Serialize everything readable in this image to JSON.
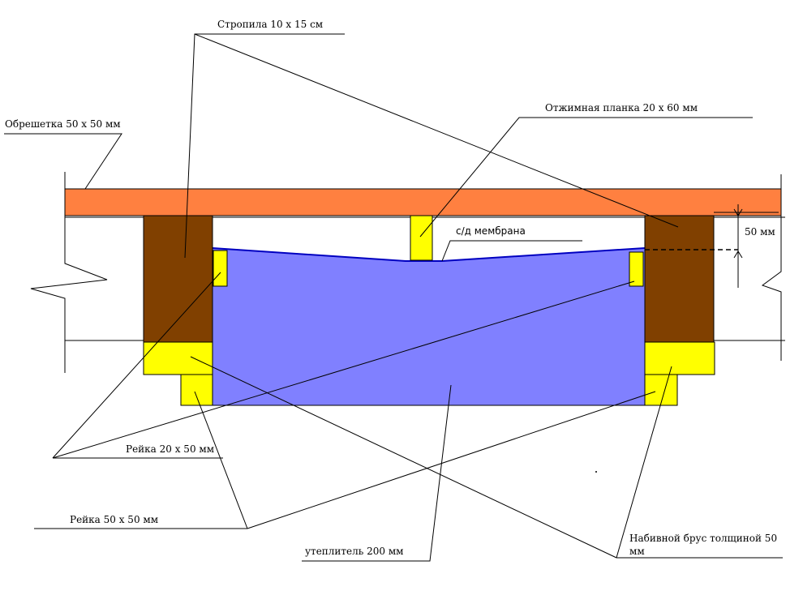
{
  "labels": {
    "rafters": "Стропила 10 х 15 см",
    "battens": "Обрешетка 50 х 50 мм",
    "clamp_strip": "Отжимная планка 20 х 60 мм",
    "membrane": "с/д мембрана",
    "gap": "50 мм",
    "rail_20x50": "Рейка 20 х 50 мм",
    "rail_50x50": "Рейка 50 х 50 мм",
    "insulation": "утеплитель 200 мм",
    "nailed_beam_line1": "Набивной брус толщиной 50",
    "nailed_beam_line2": "мм"
  },
  "colors": {
    "batten": "#ff8040",
    "rafter": "#804000",
    "insulation": "#8080ff",
    "rail": "#ffff00",
    "membrane": "#0000c0",
    "line": "#000000"
  }
}
